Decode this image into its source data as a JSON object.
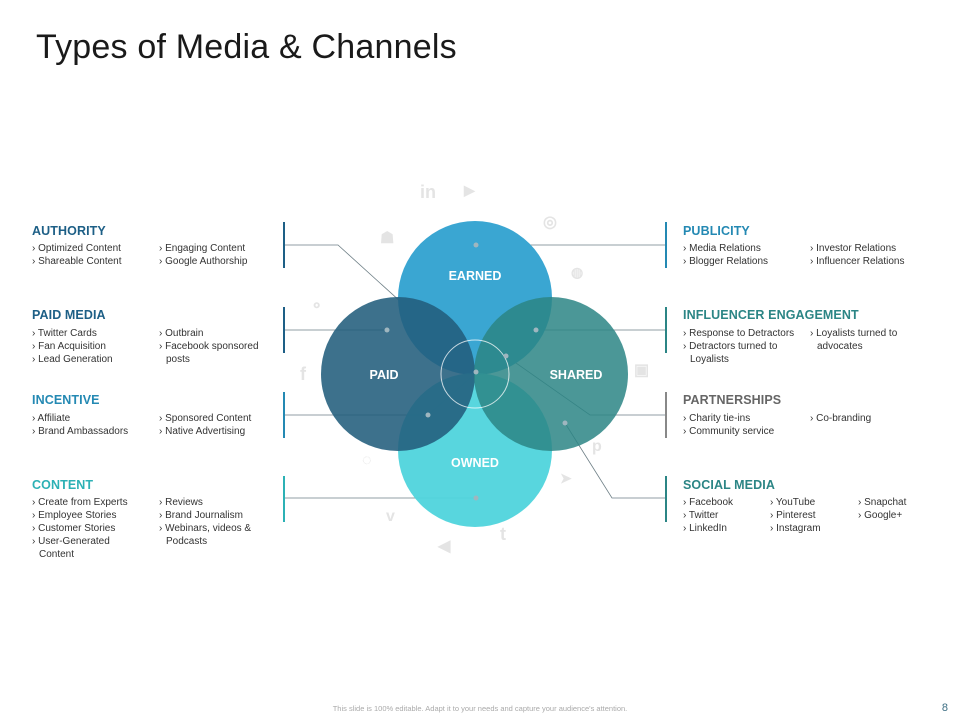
{
  "title": "Types of Media & Channels",
  "colors": {
    "earned": "#3aa6d2",
    "paid": "#225d7c",
    "shared": "#2b8585",
    "owned": "#4fd4dc",
    "heading_dark": "#1d5f86",
    "heading_teal": "#2cb1b5",
    "heading_gray": "#666666",
    "heading_blue": "#2489b3"
  },
  "circles": {
    "earned": "EARNED",
    "paid": "PAID",
    "shared": "SHARED",
    "owned": "OWNED"
  },
  "left": {
    "authority": {
      "heading": "AUTHORITY",
      "col1": [
        "› Optimized  Content",
        "› Shareable Content"
      ],
      "col2": [
        "› Engaging  Content",
        "› Google  Authorship"
      ]
    },
    "paid_media": {
      "heading": "PAID MEDIA",
      "col1": [
        "› Twitter Cards",
        "› Fan  Acquisition",
        "› Lead Generation"
      ],
      "col2": [
        "› Outbrain",
        "› Facebook  sponsored",
        "posts"
      ]
    },
    "incentive": {
      "heading": "INCENTIVE",
      "col1": [
        "› Affiliate",
        "› Brand Ambassadors"
      ],
      "col2": [
        "› Sponsored Content",
        "› Native Advertising"
      ]
    },
    "content": {
      "heading": "CONTENT",
      "col1": [
        "› Create  from Experts",
        "› Employee  Stories",
        "› Customer  Stories",
        "› User-Generated",
        "Content"
      ],
      "col2": [
        "› Reviews",
        "› Brand Journalism",
        "› Webinars, videos &",
        "Podcasts"
      ]
    }
  },
  "right": {
    "publicity": {
      "heading": "PUBLICITY",
      "col1": [
        "› Media  Relations",
        "› Blogger Relations"
      ],
      "col2": [
        "› Investor Relations",
        "› Influencer Relations"
      ]
    },
    "influencer": {
      "heading": "INFLUENCER ENGAGEMENT",
      "col1": [
        "› Response to Detractors",
        "› Detractors turned to",
        "Loyalists"
      ],
      "col2": [
        "› Loyalists turned to",
        "advocates"
      ]
    },
    "partnerships": {
      "heading": "PARTNERSHIPS",
      "col1": [
        "› Charity  tie-ins",
        "› Community   service"
      ],
      "col2": [
        "› Co-branding"
      ]
    },
    "social": {
      "heading": "SOCIAL MEDIA",
      "col1": [
        "› Facebook",
        "› Twitter",
        "› LinkedIn"
      ],
      "col2": [
        "› YouTube",
        "› Pinterest",
        "› Instagram"
      ],
      "col3": [
        "› Snapchat",
        "› Google+"
      ]
    }
  },
  "footer": "This slide is 100% editable. Adapt it to your needs and capture your audience's attention.",
  "page_number": "8"
}
